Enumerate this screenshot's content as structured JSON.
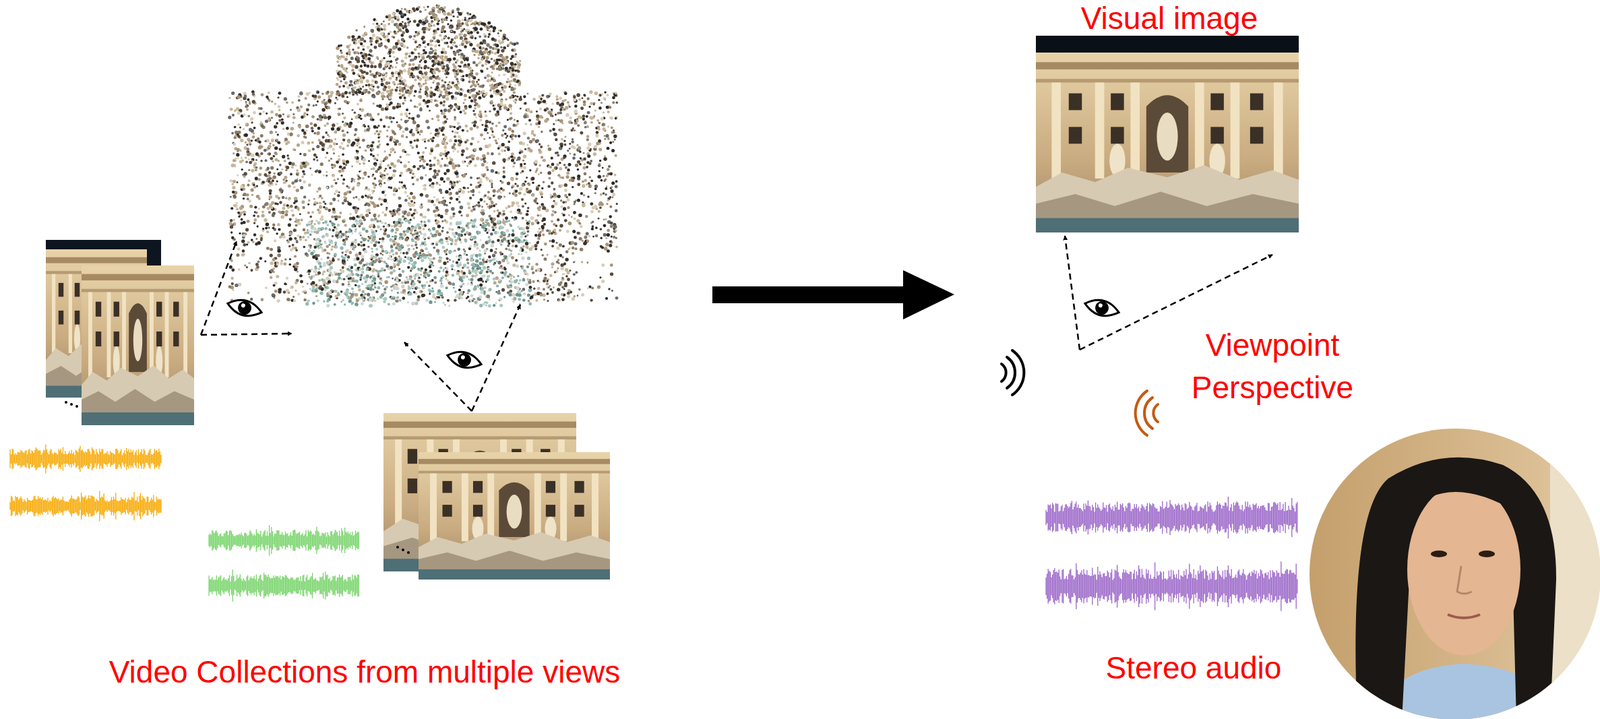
{
  "diagram": {
    "labels": [
      "Visual image",
      "Viewpoint Perspective",
      "Stereo audio",
      "Video Collections from multiple views"
    ]
  }
}
